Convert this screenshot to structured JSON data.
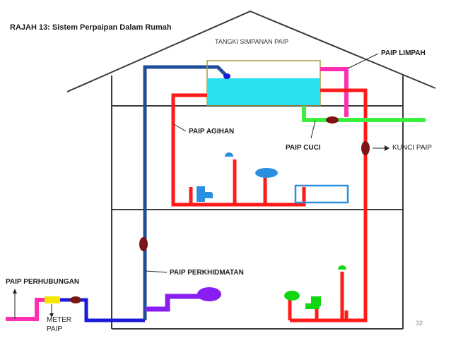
{
  "title": "RAJAH 13: Sistem Perpaipan Dalam Rumah",
  "labels": {
    "tank": "TANGKI SIMPANAN PAIP",
    "overflow_pipe": "PAIP LIMPAH",
    "distribution_pipe": "PAIP AGIHAN",
    "wash_pipe": "PAIP CUCI",
    "stop_valve": "KUNCI PAIP",
    "service_pipe": "PAIP PERKHIDMATAN",
    "connection_pipe": "PAIP PERHUBUNGAN",
    "meter_line1": "METER",
    "meter_line2": "PAIP"
  },
  "slide_number": "32",
  "colors": {
    "service_pipe": "#1f4e99",
    "distribution_pipe": "#ff1a1a",
    "wash_pipe": "#3ef03e",
    "overflow_pipe": "#ff2fb4",
    "water": "#29e0f0",
    "valve": "#7b1414",
    "meter": "#f5e500",
    "connection_pipe": "#ff2fb4",
    "main_inlet": "#1a1adb",
    "ground_floor_fixture": "#8a1df0"
  }
}
